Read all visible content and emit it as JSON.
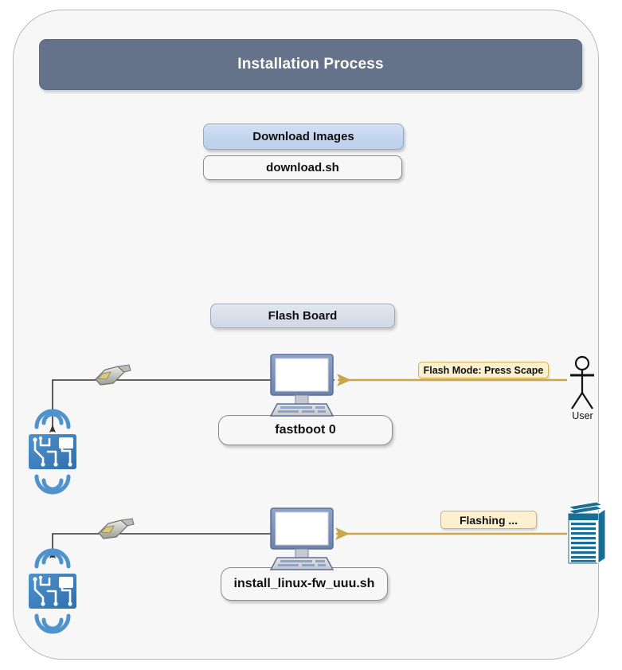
{
  "diagram": {
    "title": "Installation Process",
    "frame_color": "#f7f7f7",
    "title_bar_color": "#64728a"
  },
  "steps": [
    {
      "id": "download",
      "header_label": "Download Images",
      "script_label": "download.sh"
    },
    {
      "id": "flash",
      "header_label": "Flash Board"
    }
  ],
  "rows": [
    {
      "id": "fastboot-row",
      "script_label": "fastboot 0",
      "note_label": "Flash Mode: Press Scape",
      "actor_label": "User",
      "actor_icon": "user-stick-figure-icon",
      "host_icon": "desktop-computer-icon",
      "connector_icon": "serial-connector-icon",
      "target_icon": "circuit-board-icon"
    },
    {
      "id": "uuu-row",
      "script_label": "install_linux-fw_uuu.sh",
      "note_label": "Flashing ...",
      "actor_label": "",
      "actor_icon": "server-rack-icon",
      "host_icon": "desktop-computer-icon",
      "connector_icon": "serial-connector-icon",
      "target_icon": "circuit-board-icon"
    }
  ],
  "colors": {
    "accent_blue": "#4a86c5",
    "note_yellow": "#fdf0cf",
    "note_border": "#d3b35c",
    "arrow_gold": "#c9a64a",
    "arrow_black": "#333333",
    "box_blue": "#c3d5ee",
    "box_steel": "#d6dee9",
    "server_blue": "#1a6e96"
  }
}
